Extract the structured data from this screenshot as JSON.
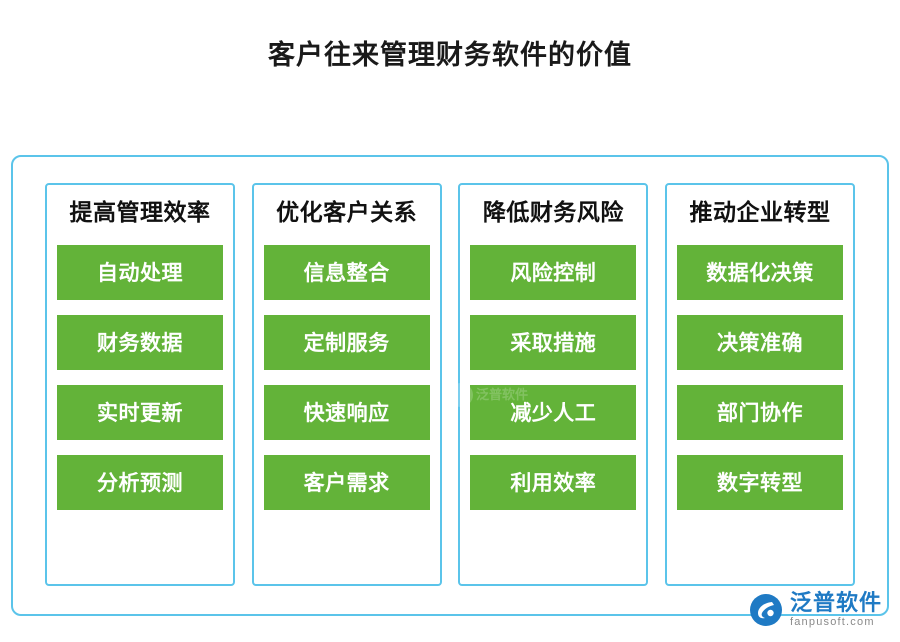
{
  "title": "客户往来管理财务软件的价值",
  "colors": {
    "frame_border": "#5bc4ea",
    "item_fill": "#63b339",
    "item_text": "#ffffff",
    "title_text": "#1a1a1a",
    "logo_blue": "#1f7ac4"
  },
  "columns": [
    {
      "title": "提高管理效率",
      "items": [
        "自动处理",
        "财务数据",
        "实时更新",
        "分析预测"
      ]
    },
    {
      "title": "优化客户关系",
      "items": [
        "信息整合",
        "定制服务",
        "快速响应",
        "客户需求"
      ]
    },
    {
      "title": "降低财务风险",
      "items": [
        "风险控制",
        "采取措施",
        "减少人工",
        "利用效率"
      ]
    },
    {
      "title": "推动企业转型",
      "items": [
        "数据化决策",
        "决策准确",
        "部门协作",
        "数字转型"
      ]
    }
  ],
  "watermark": {
    "text": "泛普软件"
  },
  "logo": {
    "cn": "泛普软件",
    "en": "fanpusoft.com"
  }
}
